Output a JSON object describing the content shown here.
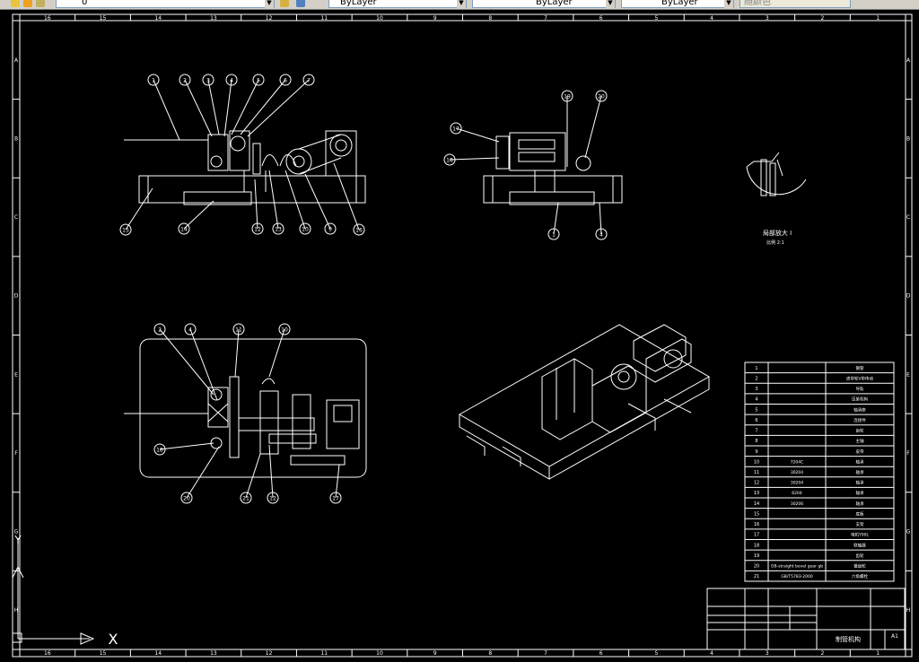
{
  "toolbar": {
    "layer_value": "0",
    "color_value": "ByLayer",
    "linetype_value": "ByLayer",
    "lineweight_value": "ByLayer",
    "plotstyle_value": "随颜色"
  },
  "ruler": {
    "top_numbers": [
      "16",
      "15",
      "14",
      "13",
      "12",
      "11",
      "10",
      "9",
      "8",
      "7",
      "6",
      "5",
      "4",
      "3",
      "2",
      "1"
    ],
    "bottom_numbers": [
      "16",
      "15",
      "14",
      "13",
      "12",
      "11",
      "10",
      "9",
      "8",
      "7",
      "6",
      "5",
      "4",
      "3",
      "2",
      "1"
    ],
    "side_letters": [
      "A",
      "B",
      "C",
      "D",
      "E",
      "F",
      "G",
      "H"
    ]
  },
  "views": {
    "front_balloons": [
      "1",
      "2",
      "3",
      "4",
      "5",
      "6",
      "7",
      "15",
      "14",
      "12",
      "13",
      "10",
      "9",
      "16"
    ],
    "side_balloons": [
      "17",
      "18",
      "19",
      "20",
      "1",
      "4"
    ],
    "plan_balloons": [
      "2",
      "4",
      "11",
      "10",
      "18",
      "20",
      "21",
      "12",
      "17"
    ],
    "detail_label": "局部放大 I",
    "detail_scale": "比例 2:1"
  },
  "bom": {
    "rows": [
      {
        "no": "1",
        "spec": "",
        "name": "钢管"
      },
      {
        "no": "2",
        "spec": "",
        "name": "皮带轮V带传动"
      },
      {
        "no": "3",
        "spec": "",
        "name": "导轨"
      },
      {
        "no": "4",
        "spec": "",
        "name": "压紧机构"
      },
      {
        "no": "5",
        "spec": "",
        "name": "轴承座"
      },
      {
        "no": "6",
        "spec": "",
        "name": "连接件"
      },
      {
        "no": "7",
        "spec": "",
        "name": "齿轮"
      },
      {
        "no": "8",
        "spec": "",
        "name": "主轴"
      },
      {
        "no": "9",
        "spec": "",
        "name": "皮带"
      },
      {
        "no": "10",
        "spec": "7204C",
        "name": "轴承"
      },
      {
        "no": "11",
        "spec": "30204",
        "name": "轴承"
      },
      {
        "no": "12",
        "spec": "30204",
        "name": "轴承"
      },
      {
        "no": "13",
        "spec": "6204",
        "name": "轴承"
      },
      {
        "no": "14",
        "spec": "30206",
        "name": "轴承"
      },
      {
        "no": "15",
        "spec": "",
        "name": "底板"
      },
      {
        "no": "16",
        "spec": "",
        "name": "支架"
      },
      {
        "no": "17",
        "spec": "",
        "name": "电机Y90L"
      },
      {
        "no": "18",
        "spec": "",
        "name": "联轴器"
      },
      {
        "no": "19",
        "spec": "",
        "name": "齿轮"
      },
      {
        "no": "20",
        "spec": "GB-straight bevel gear gb",
        "name": "锥齿轮"
      },
      {
        "no": "21",
        "spec": "GB/T5783-2000",
        "name": "六角螺栓"
      }
    ]
  },
  "title_block": {
    "drawing_title": "制管机构",
    "sheet_size": "A1"
  },
  "ucs": {
    "x_label": "X",
    "y_label": "Y"
  }
}
